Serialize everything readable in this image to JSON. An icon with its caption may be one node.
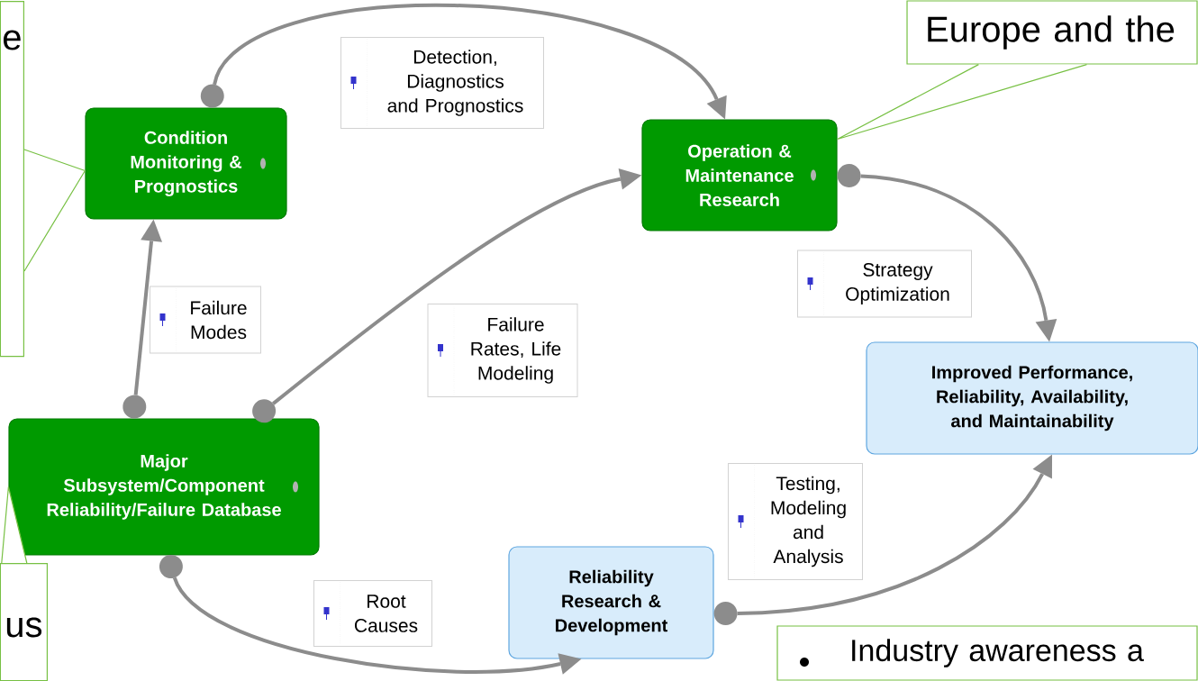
{
  "diagram": {
    "nodes": [
      {
        "text": [
          "Condition Monitoring & Prognostics"
        ]
      },
      {
        "text": [
          "Operation & Maintenance Research"
        ]
      },
      {
        "text": [
          "Improved Performance, Reliability, Availability, and Maintainability"
        ]
      },
      {
        "text": [
          "Major Subsystem/Component Reliability/Failure Database"
        ]
      },
      {
        "text": [
          "Reliability Research & Development"
        ]
      },
      {
        "text": [
          "e"
        ]
      },
      {
        "text": [
          "Europe and the"
        ]
      },
      {
        "text": [
          "us"
        ]
      },
      {
        "text": [
          "Industry awareness a"
        ]
      }
    ],
    "edges": [
      {
        "from": 3,
        "to": 0,
        "arrow": "to",
        "label": "Failure Modes"
      },
      {
        "from": 0,
        "to": 1,
        "arrow": "to",
        "label": "Detection, Diagnostics and Prognostics"
      },
      {
        "from": 3,
        "to": 1,
        "arrow": "to",
        "label": "Failure Rates, Life Modeling"
      },
      {
        "from": 1,
        "to": 2,
        "arrow": "to",
        "label": "Strategy Optimization"
      },
      {
        "from": 3,
        "to": 4,
        "arrow": "to",
        "label": "Root Causes"
      },
      {
        "from": 4,
        "to": 2,
        "arrow": "to",
        "label": "Testing, Modeling and Analysis"
      },
      {
        "from": 5,
        "to": 0,
        "arrow": "none",
        "color": "#77c043"
      },
      {
        "from": 6,
        "to": 1,
        "arrow": "none",
        "color": "#77c043"
      },
      {
        "from": 7,
        "to": 3,
        "arrow": "none",
        "color": "#77c043"
      }
    ]
  }
}
